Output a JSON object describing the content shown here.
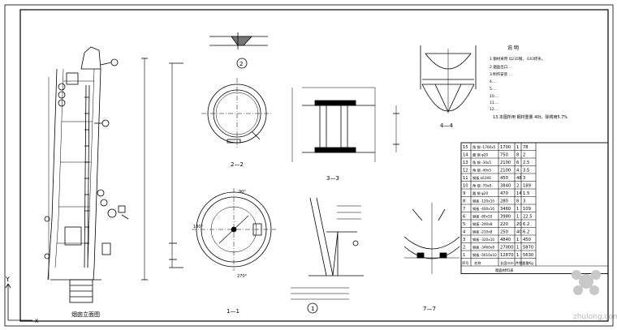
{
  "views": {
    "elevation": "烟囱立面图",
    "sec_11": "1—1",
    "sec_22": "2—2",
    "sec_33": "3—3",
    "sec_44": "4—4",
    "sec_77": "7—7",
    "detail_1": "1",
    "detail_2": "2"
  },
  "notes": {
    "title": "说 明",
    "items": [
      "1.钢材采用  Q235钢，   E43焊条。",
      "2.烟囱出口…",
      "3.制作安装 …",
      "4.…",
      "5.…",
      "10.…",
      "11.…",
      "12.…",
      "13.本图所用 钢材重量 40t，除锈用5.7%"
    ]
  },
  "dims": {
    "deg_90": "90°",
    "deg_270": "270°",
    "deg_180": "180°"
  },
  "table": {
    "title": "烟囱材料表",
    "header": [
      "序号",
      "名称",
      "长度mm",
      "件数",
      "重量Kg"
    ],
    "rows": [
      [
        "15",
        "角 钢 -1700x5",
        "1700",
        "1",
        "78"
      ],
      [
        "14",
        "圆 钢 φ20",
        "750",
        "8",
        "2"
      ],
      [
        "13",
        "角 钢 -30x5",
        "2100",
        "6",
        "2.5"
      ],
      [
        "12",
        "角 钢 -40x5",
        "2100",
        "4",
        "3.5"
      ],
      [
        "11",
        "钢板 L63X6",
        "450",
        "48",
        "3"
      ],
      [
        "10",
        "角 钢 -70x8",
        "3840",
        "2",
        "189"
      ],
      [
        "9",
        "圆 钢 φ20",
        "470",
        "14",
        "1.5"
      ],
      [
        "8",
        "钢板 -120x10",
        "280",
        "8",
        "3"
      ],
      [
        "7",
        "钢板 -400x10",
        "3460",
        "1",
        "109"
      ],
      [
        "6",
        "钢板 -80x10",
        "3980",
        "1",
        "22.5"
      ],
      [
        "5",
        "钢板 -200x8",
        "220",
        "20",
        "6.2"
      ],
      [
        "4",
        "钢板 -210x8",
        "250",
        "40",
        "6.2"
      ],
      [
        "3",
        "钢板 -320x10",
        "4840",
        "1",
        "450"
      ],
      [
        "2",
        "钢板 -3460x8",
        "27000",
        "1",
        "5870"
      ],
      [
        "1",
        "钢板 -5610x10",
        "12870",
        "1",
        "5630"
      ]
    ]
  },
  "axis": {
    "y": "Y",
    "x": "X"
  },
  "watermark": "zhulong.com"
}
